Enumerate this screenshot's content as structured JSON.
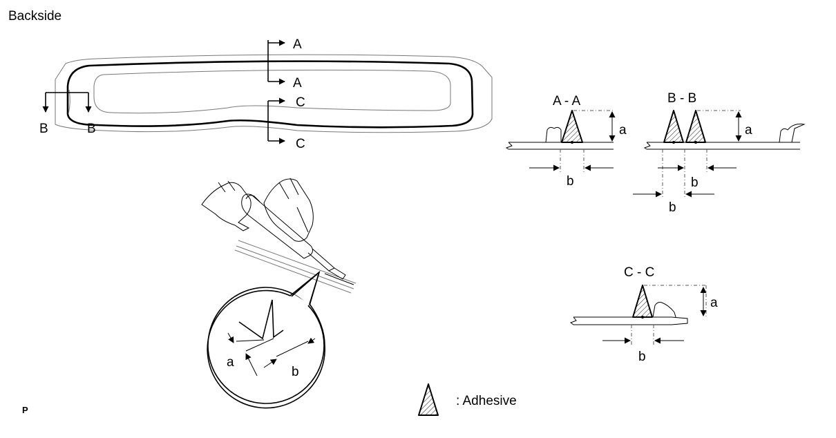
{
  "title": "Backside",
  "section_labels": {
    "a_top": "A",
    "a_bottom": "A",
    "b_left": "B",
    "b_right": "B",
    "c_top": "C",
    "c_bottom": "C"
  },
  "section_titles": {
    "aa": "A - A",
    "bb": "B - B",
    "cc": "C - C"
  },
  "dimensions": {
    "a": "a",
    "b": "b"
  },
  "legend": {
    "adhesive": ": Adhesive"
  },
  "footer_mark": "P"
}
